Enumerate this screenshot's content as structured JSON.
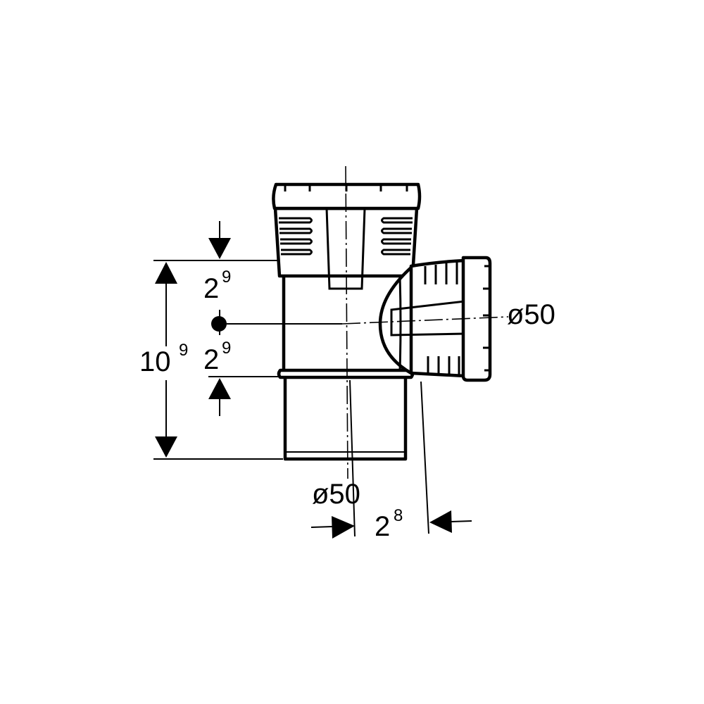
{
  "dimensions": {
    "total_height": {
      "main": "10",
      "sup": "9"
    },
    "upper_offset": {
      "main": "2",
      "sup": "9"
    },
    "lower_offset": {
      "main": "2",
      "sup": "9"
    },
    "branch_offset": {
      "main": "2",
      "sup": "8"
    },
    "main_diameter": "ø50",
    "branch_diameter": "ø50"
  }
}
